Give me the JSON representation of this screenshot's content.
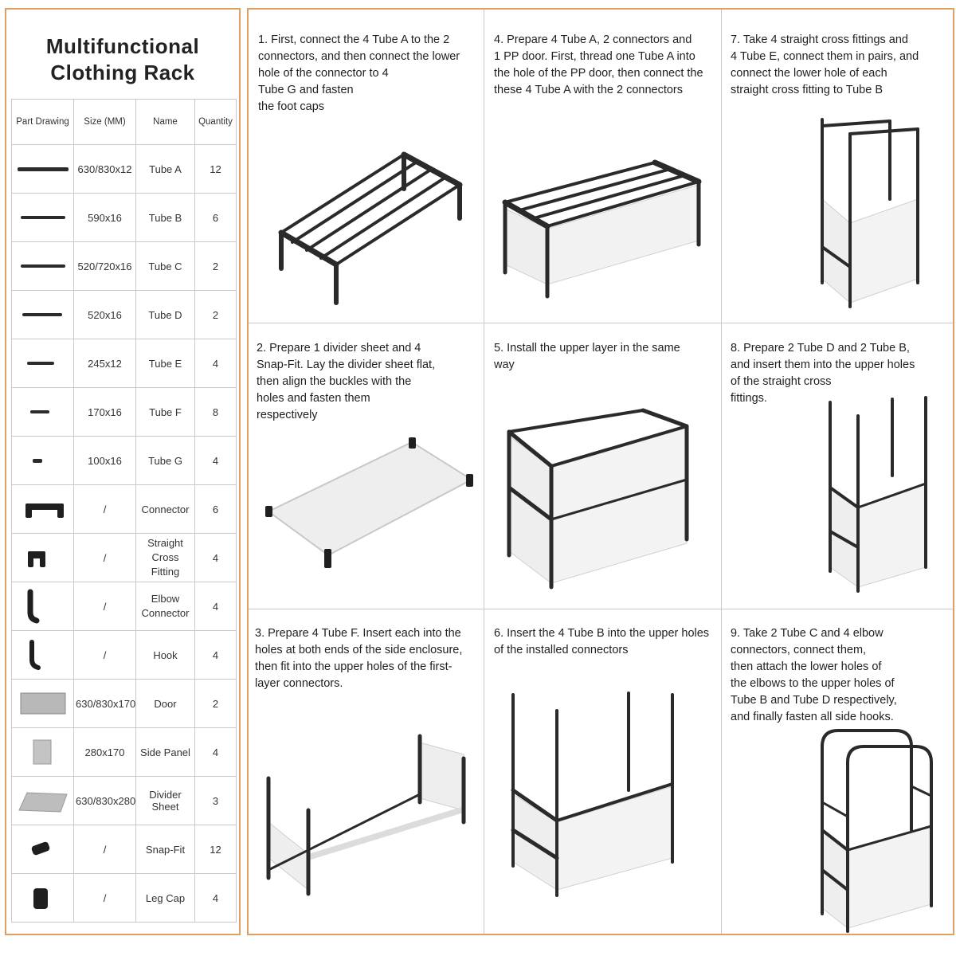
{
  "title_line1": "Multifunctional",
  "title_line2": "Clothing Rack",
  "table": {
    "headers": [
      "Part Drawing",
      "Size (MM)",
      "Name",
      "Quantity"
    ],
    "rows": [
      {
        "size": "630/830x12",
        "name": "Tube A",
        "qty": "12",
        "icon": "long-thin-tube-icon"
      },
      {
        "size": "590x16",
        "name": "Tube B",
        "qty": "6",
        "icon": "tube-icon"
      },
      {
        "size": "520/720x16",
        "name": "Tube C",
        "qty": "2",
        "icon": "tube-icon"
      },
      {
        "size": "520x16",
        "name": "Tube D",
        "qty": "2",
        "icon": "tube-icon"
      },
      {
        "size": "245x12",
        "name": "Tube E",
        "qty": "4",
        "icon": "short-tube-icon"
      },
      {
        "size": "170x16",
        "name": "Tube F",
        "qty": "8",
        "icon": "short-tube-icon"
      },
      {
        "size": "100x16",
        "name": "Tube G",
        "qty": "4",
        "icon": "tiny-tube-icon"
      },
      {
        "size": "/",
        "name": "Connector",
        "qty": "6",
        "icon": "connector-icon"
      },
      {
        "size": "/",
        "name_line1": "Straight Cross",
        "name_line2": "Fitting",
        "qty": "4",
        "icon": "cross-fitting-icon"
      },
      {
        "size": "/",
        "name_line1": "Elbow",
        "name_line2": "Connector",
        "qty": "4",
        "icon": "elbow-connector-icon"
      },
      {
        "size": "/",
        "name": "Hook",
        "qty": "4",
        "icon": "hook-icon"
      },
      {
        "size": "630/830x170",
        "name": "Door",
        "qty": "2",
        "icon": "door-panel-icon"
      },
      {
        "size": "280x170",
        "name": "Side Panel",
        "qty": "4",
        "icon": "side-panel-icon"
      },
      {
        "size": "630/830x280",
        "name": "Divider Sheet",
        "qty": "3",
        "icon": "divider-sheet-icon"
      },
      {
        "size": "/",
        "name": "Snap-Fit",
        "qty": "12",
        "icon": "snap-fit-icon"
      },
      {
        "size": "/",
        "name": "Leg Cap",
        "qty": "4",
        "icon": "leg-cap-icon"
      }
    ]
  },
  "steps": {
    "s1": "1.   First, connect the 4 Tube A to the 2\nconnectors, and then connect the lower\nhole of the connector to 4\nTube G and fasten\nthe foot caps",
    "s2": "2.   Prepare 1 divider sheet and 4\nSnap-Fit. Lay the divider sheet flat,\nthen align the buckles with the\nholes and fasten them\nrespectively",
    "s3": "3.   Prepare 4 Tube F. Insert each into the\nholes at both ends of the side enclosure,\nthen fit into the upper holes of the first-\nlayer connectors.",
    "s4": "4.   Prepare 4 Tube A, 2 connectors and\n1 PP door. First, thread one Tube A into\nthe hole of the PP door, then connect the\nthese 4 Tube A with the 2 connectors",
    "s5": "5.   Install the upper layer in the same\nway",
    "s6": "6.   Insert the 4 Tube B into the upper holes\nof the installed connectors",
    "s7": "7.   Take 4 straight cross fittings and\n4 Tube E, connect them in pairs, and\nconnect the lower hole of each\nstraight cross fitting to Tube B",
    "s8": "8.   Prepare 2 Tube D and 2 Tube B,\nand insert them into the upper holes\nof the straight cross\nfittings.",
    "s9": "9.   Take 2 Tube C and 4 elbow\nconnectors, connect them,\nthen attach the lower holes of\nthe elbows to the upper holes of\nTube B and Tube D respectively,\nand finally fasten all side hooks."
  },
  "colors": {
    "border": "#e0a064",
    "frame": "#2a2a2a",
    "panel": "#eeeeee",
    "grid": "#c9c9c9"
  }
}
